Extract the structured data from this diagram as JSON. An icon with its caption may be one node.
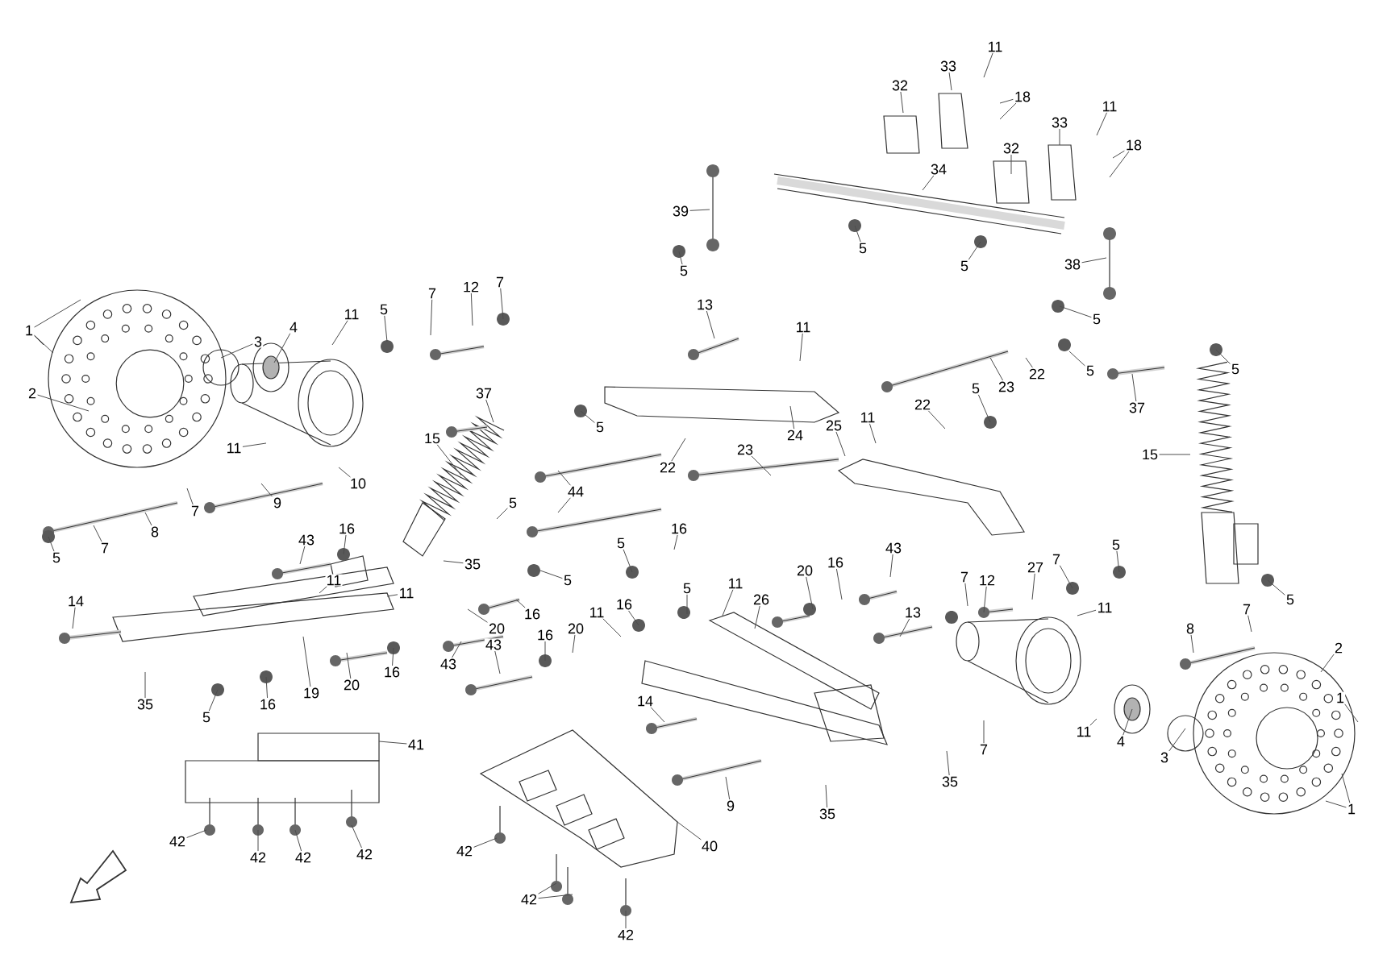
{
  "diagram": {
    "nodes": [
      {
        "text": [
          "1"
        ]
      },
      {
        "text": [
          "2"
        ]
      },
      {
        "text": [
          "3"
        ]
      },
      {
        "text": [
          "4"
        ]
      },
      {
        "text": [
          "11"
        ]
      },
      {
        "text": [
          "5"
        ]
      },
      {
        "text": [
          "7"
        ]
      },
      {
        "text": [
          "12"
        ]
      },
      {
        "text": [
          "7"
        ]
      },
      {
        "text": [
          "39"
        ]
      },
      {
        "text": [
          "5"
        ]
      },
      {
        "text": [
          "34"
        ]
      },
      {
        "text": [
          "5"
        ]
      },
      {
        "text": [
          "5"
        ]
      },
      {
        "text": [
          "32"
        ]
      },
      {
        "text": [
          "33"
        ]
      },
      {
        "text": [
          "11"
        ]
      },
      {
        "text": [
          "18"
        ]
      },
      {
        "text": [
          "32"
        ]
      },
      {
        "text": [
          "33"
        ]
      },
      {
        "text": [
          "11"
        ]
      },
      {
        "text": [
          "18"
        ]
      },
      {
        "text": [
          "38"
        ]
      },
      {
        "text": [
          "5"
        ]
      },
      {
        "text": [
          "13"
        ]
      },
      {
        "text": [
          "11"
        ]
      },
      {
        "text": [
          "24"
        ]
      },
      {
        "text": [
          "23"
        ]
      },
      {
        "text": [
          "22"
        ]
      },
      {
        "text": [
          "5"
        ]
      },
      {
        "text": [
          "5"
        ]
      },
      {
        "text": [
          "22"
        ]
      },
      {
        "text": [
          "11"
        ]
      },
      {
        "text": [
          "25"
        ]
      },
      {
        "text": [
          "23"
        ]
      },
      {
        "text": [
          "22"
        ]
      },
      {
        "text": [
          "37"
        ]
      },
      {
        "text": [
          "5"
        ]
      },
      {
        "text": [
          "15"
        ]
      },
      {
        "text": [
          "11"
        ]
      },
      {
        "text": [
          "37"
        ]
      },
      {
        "text": [
          "15"
        ]
      },
      {
        "text": [
          "5"
        ]
      },
      {
        "text": [
          "10"
        ]
      },
      {
        "text": [
          "9"
        ]
      },
      {
        "text": [
          "44"
        ]
      },
      {
        "text": [
          "5"
        ]
      },
      {
        "text": [
          "7"
        ]
      },
      {
        "text": [
          "8"
        ]
      },
      {
        "text": [
          "7"
        ]
      },
      {
        "text": [
          "5"
        ]
      },
      {
        "text": [
          "43"
        ]
      },
      {
        "text": [
          "16"
        ]
      },
      {
        "text": [
          "35"
        ]
      },
      {
        "text": [
          "11"
        ]
      },
      {
        "text": [
          "11"
        ]
      },
      {
        "text": [
          "16"
        ]
      },
      {
        "text": [
          "5"
        ]
      },
      {
        "text": [
          "5"
        ]
      },
      {
        "text": [
          "16"
        ]
      },
      {
        "text": [
          "20"
        ]
      },
      {
        "text": [
          "5"
        ]
      },
      {
        "text": [
          "14"
        ]
      },
      {
        "text": [
          "11"
        ]
      },
      {
        "text": [
          "16"
        ]
      },
      {
        "text": [
          "11"
        ]
      },
      {
        "text": [
          "26"
        ]
      },
      {
        "text": [
          "20"
        ]
      },
      {
        "text": [
          "16"
        ]
      },
      {
        "text": [
          "43"
        ]
      },
      {
        "text": [
          "13"
        ]
      },
      {
        "text": [
          "7"
        ]
      },
      {
        "text": [
          "12"
        ]
      },
      {
        "text": [
          "27"
        ]
      },
      {
        "text": [
          "7"
        ]
      },
      {
        "text": [
          "5"
        ]
      },
      {
        "text": [
          "11"
        ]
      },
      {
        "text": [
          "5"
        ]
      },
      {
        "text": [
          "7"
        ]
      },
      {
        "text": [
          "8"
        ]
      },
      {
        "text": [
          "43"
        ]
      },
      {
        "text": [
          "43"
        ]
      },
      {
        "text": [
          "16"
        ]
      },
      {
        "text": [
          "20"
        ]
      },
      {
        "text": [
          "19"
        ]
      },
      {
        "text": [
          "20"
        ]
      },
      {
        "text": [
          "16"
        ]
      },
      {
        "text": [
          "35"
        ]
      },
      {
        "text": [
          "5"
        ]
      },
      {
        "text": [
          "16"
        ]
      },
      {
        "text": [
          "14"
        ]
      },
      {
        "text": [
          "2"
        ]
      },
      {
        "text": [
          "1"
        ]
      },
      {
        "text": [
          "4"
        ]
      },
      {
        "text": [
          "3"
        ]
      },
      {
        "text": [
          "11"
        ]
      },
      {
        "text": [
          "7"
        ]
      },
      {
        "text": [
          "1"
        ]
      },
      {
        "text": [
          "35"
        ]
      },
      {
        "text": [
          "41"
        ]
      },
      {
        "text": [
          "9"
        ]
      },
      {
        "text": [
          "35"
        ]
      },
      {
        "text": [
          "40"
        ]
      },
      {
        "text": [
          "42"
        ]
      },
      {
        "text": [
          "42"
        ]
      },
      {
        "text": [
          "42"
        ]
      },
      {
        "text": [
          "42"
        ]
      },
      {
        "text": [
          "42"
        ]
      },
      {
        "text": [
          "42"
        ]
      },
      {
        "text": [
          "42"
        ]
      }
    ],
    "edges": [
      {
        "from": 0,
        "to": null,
        "arrow": "none"
      },
      {
        "from": 0,
        "to": null,
        "arrow": "none"
      },
      {
        "from": 0,
        "to": null,
        "arrow": "none"
      },
      {
        "from": 1,
        "to": null,
        "arrow": "none"
      },
      {
        "from": 2,
        "to": null,
        "arrow": "none"
      },
      {
        "from": 3,
        "to": null,
        "arrow": "none"
      },
      {
        "from": 4,
        "to": null,
        "arrow": "none"
      },
      {
        "from": 5,
        "to": null,
        "arrow": "none"
      },
      {
        "from": 6,
        "to": null,
        "arrow": "none"
      },
      {
        "from": 7,
        "to": null,
        "arrow": "none"
      },
      {
        "from": 8,
        "to": null,
        "arrow": "none"
      },
      {
        "from": 9,
        "to": null,
        "arrow": "none"
      },
      {
        "from": 10,
        "to": null,
        "arrow": "none"
      },
      {
        "from": 11,
        "to": null,
        "arrow": "none"
      },
      {
        "from": 12,
        "to": null,
        "arrow": "none"
      },
      {
        "from": 13,
        "to": null,
        "arrow": "none"
      },
      {
        "from": 14,
        "to": null,
        "arrow": "none"
      },
      {
        "from": 15,
        "to": null,
        "arrow": "none"
      },
      {
        "from": 16,
        "to": null,
        "arrow": "none"
      },
      {
        "from": 17,
        "to": null,
        "arrow": "none"
      },
      {
        "from": 17,
        "to": null,
        "arrow": "none"
      },
      {
        "from": 18,
        "to": null,
        "arrow": "none"
      },
      {
        "from": 19,
        "to": null,
        "arrow": "none"
      },
      {
        "from": 20,
        "to": null,
        "arrow": "none"
      },
      {
        "from": 21,
        "to": null,
        "arrow": "none"
      },
      {
        "from": 21,
        "to": null,
        "arrow": "none"
      },
      {
        "from": 22,
        "to": null,
        "arrow": "none"
      },
      {
        "from": 23,
        "to": null,
        "arrow": "none"
      },
      {
        "from": 24,
        "to": null,
        "arrow": "none"
      },
      {
        "from": 25,
        "to": null,
        "arrow": "none"
      },
      {
        "from": 26,
        "to": null,
        "arrow": "none"
      },
      {
        "from": 27,
        "to": null,
        "arrow": "none"
      },
      {
        "from": 28,
        "to": null,
        "arrow": "none"
      },
      {
        "from": 29,
        "to": null,
        "arrow": "none"
      },
      {
        "from": 30,
        "to": null,
        "arrow": "none"
      },
      {
        "from": 31,
        "to": null,
        "arrow": "none"
      },
      {
        "from": 32,
        "to": null,
        "arrow": "none"
      },
      {
        "from": 33,
        "to": null,
        "arrow": "none"
      },
      {
        "from": 34,
        "to": null,
        "arrow": "none"
      },
      {
        "from": 35,
        "to": null,
        "arrow": "none"
      },
      {
        "from": 36,
        "to": null,
        "arrow": "none"
      },
      {
        "from": 37,
        "to": null,
        "arrow": "none"
      },
      {
        "from": 38,
        "to": null,
        "arrow": "none"
      },
      {
        "from": 39,
        "to": null,
        "arrow": "none"
      },
      {
        "from": 40,
        "to": null,
        "arrow": "none"
      },
      {
        "from": 41,
        "to": null,
        "arrow": "none"
      },
      {
        "from": 42,
        "to": null,
        "arrow": "none"
      },
      {
        "from": 43,
        "to": null,
        "arrow": "none"
      },
      {
        "from": 44,
        "to": null,
        "arrow": "none"
      },
      {
        "from": 45,
        "to": null,
        "arrow": "none"
      },
      {
        "from": 45,
        "to": null,
        "arrow": "none"
      },
      {
        "from": 46,
        "to": null,
        "arrow": "none"
      },
      {
        "from": 47,
        "to": null,
        "arrow": "none"
      },
      {
        "from": 48,
        "to": null,
        "arrow": "none"
      },
      {
        "from": 49,
        "to": null,
        "arrow": "none"
      },
      {
        "from": 50,
        "to": null,
        "arrow": "none"
      },
      {
        "from": 51,
        "to": null,
        "arrow": "none"
      },
      {
        "from": 52,
        "to": null,
        "arrow": "none"
      },
      {
        "from": 53,
        "to": null,
        "arrow": "none"
      },
      {
        "from": 54,
        "to": null,
        "arrow": "none"
      },
      {
        "from": 55,
        "to": null,
        "arrow": "none"
      },
      {
        "from": 56,
        "to": null,
        "arrow": "none"
      },
      {
        "from": 57,
        "to": null,
        "arrow": "none"
      },
      {
        "from": 58,
        "to": null,
        "arrow": "none"
      },
      {
        "from": 59,
        "to": null,
        "arrow": "none"
      },
      {
        "from": 60,
        "to": null,
        "arrow": "none"
      },
      {
        "from": 61,
        "to": null,
        "arrow": "none"
      },
      {
        "from": 62,
        "to": null,
        "arrow": "none"
      },
      {
        "from": 63,
        "to": null,
        "arrow": "none"
      },
      {
        "from": 64,
        "to": null,
        "arrow": "none"
      },
      {
        "from": 65,
        "to": null,
        "arrow": "none"
      },
      {
        "from": 66,
        "to": null,
        "arrow": "none"
      },
      {
        "from": 67,
        "to": null,
        "arrow": "none"
      },
      {
        "from": 68,
        "to": null,
        "arrow": "none"
      },
      {
        "from": 69,
        "to": null,
        "arrow": "none"
      },
      {
        "from": 70,
        "to": null,
        "arrow": "none"
      },
      {
        "from": 71,
        "to": null,
        "arrow": "none"
      },
      {
        "from": 72,
        "to": null,
        "arrow": "none"
      },
      {
        "from": 73,
        "to": null,
        "arrow": "none"
      },
      {
        "from": 74,
        "to": null,
        "arrow": "none"
      },
      {
        "from": 75,
        "to": null,
        "arrow": "none"
      },
      {
        "from": 76,
        "to": null,
        "arrow": "none"
      },
      {
        "from": 77,
        "to": null,
        "arrow": "none"
      },
      {
        "from": 78,
        "to": null,
        "arrow": "none"
      },
      {
        "from": 79,
        "to": null,
        "arrow": "none"
      },
      {
        "from": 80,
        "to": null,
        "arrow": "none"
      },
      {
        "from": 81,
        "to": null,
        "arrow": "none"
      },
      {
        "from": 82,
        "to": null,
        "arrow": "none"
      },
      {
        "from": 83,
        "to": null,
        "arrow": "none"
      },
      {
        "from": 84,
        "to": null,
        "arrow": "none"
      },
      {
        "from": 85,
        "to": null,
        "arrow": "none"
      },
      {
        "from": 86,
        "to": null,
        "arrow": "none"
      },
      {
        "from": 87,
        "to": null,
        "arrow": "none"
      },
      {
        "from": 88,
        "to": null,
        "arrow": "none"
      },
      {
        "from": 89,
        "to": null,
        "arrow": "none"
      },
      {
        "from": 90,
        "to": null,
        "arrow": "none"
      },
      {
        "from": 91,
        "to": null,
        "arrow": "none"
      },
      {
        "from": 92,
        "to": null,
        "arrow": "none"
      },
      {
        "from": 93,
        "to": null,
        "arrow": "none"
      },
      {
        "from": 94,
        "to": null,
        "arrow": "none"
      },
      {
        "from": 95,
        "to": null,
        "arrow": "none"
      },
      {
        "from": 96,
        "to": null,
        "arrow": "none"
      },
      {
        "from": 97,
        "to": null,
        "arrow": "none"
      },
      {
        "from": 97,
        "to": null,
        "arrow": "none"
      },
      {
        "from": 98,
        "to": null,
        "arrow": "none"
      },
      {
        "from": 99,
        "to": null,
        "arrow": "none"
      },
      {
        "from": 100,
        "to": null,
        "arrow": "none"
      },
      {
        "from": 101,
        "to": null,
        "arrow": "none"
      },
      {
        "from": 102,
        "to": null,
        "arrow": "none"
      },
      {
        "from": 103,
        "to": null,
        "arrow": "none"
      },
      {
        "from": 104,
        "to": null,
        "arrow": "none"
      },
      {
        "from": 105,
        "to": null,
        "arrow": "none"
      },
      {
        "from": 106,
        "to": null,
        "arrow": "none"
      },
      {
        "from": 107,
        "to": null,
        "arrow": "none"
      },
      {
        "from": 108,
        "to": null,
        "arrow": "none"
      },
      {
        "from": 108,
        "to": null,
        "arrow": "none"
      },
      {
        "from": 109,
        "to": null,
        "arrow": "none"
      }
    ]
  }
}
